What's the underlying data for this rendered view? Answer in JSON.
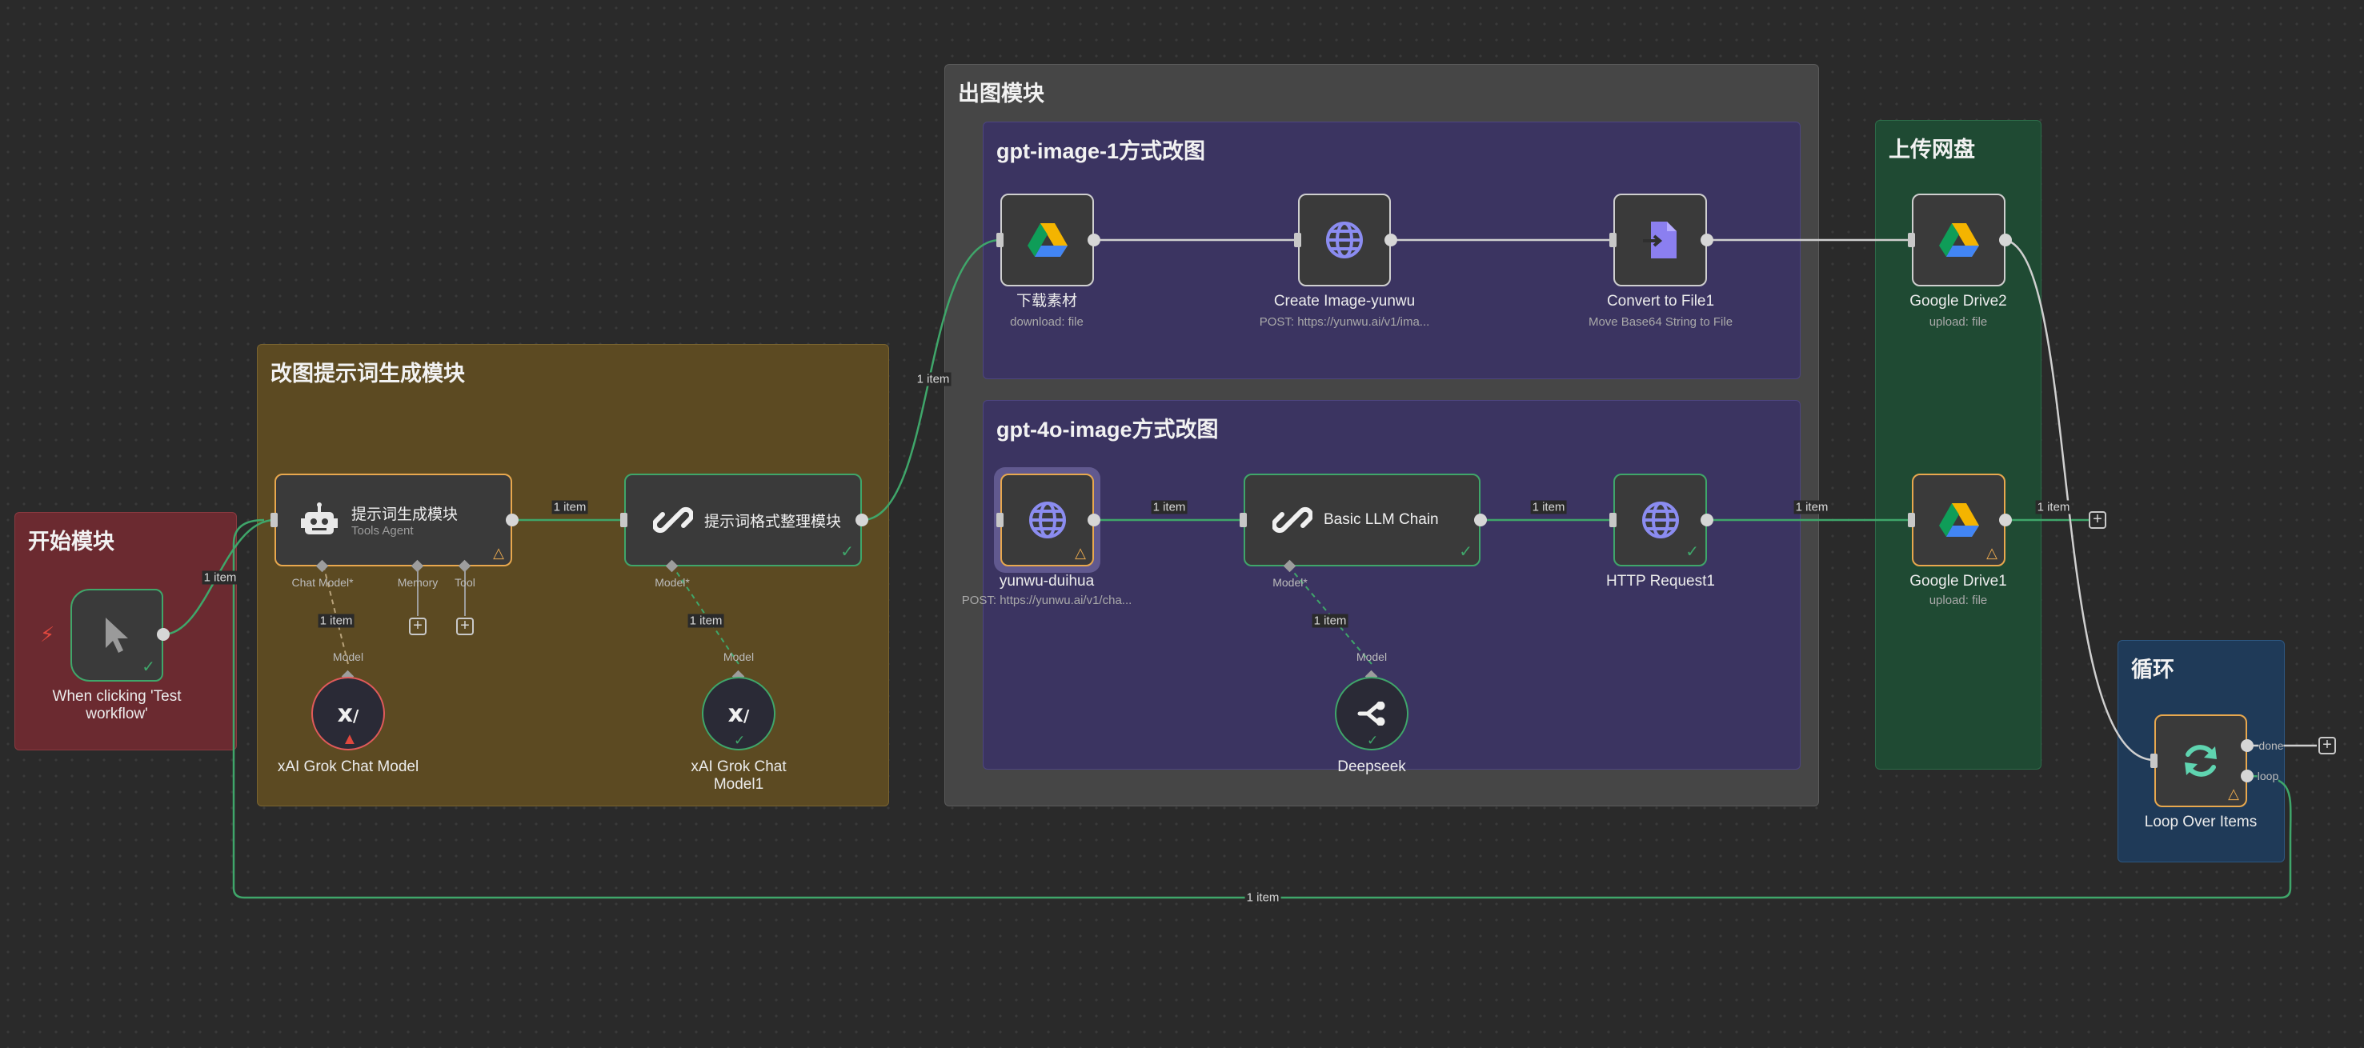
{
  "groups": {
    "start": "开始模块",
    "prompt": "改图提示词生成模块",
    "output": "出图模块",
    "gpt1": "gpt-image-1方式改图",
    "gpt4o": "gpt-4o-image方式改图",
    "upload": "上传网盘",
    "loop": "循环"
  },
  "nodes": {
    "trigger": {
      "label": "When clicking 'Test workflow'",
      "icon": "pointer-icon"
    },
    "agent": {
      "label": "提示词生成模块",
      "sub": "Tools Agent",
      "icon": "robot-icon"
    },
    "format": {
      "label": "提示词格式整理模块",
      "icon": "link-icon"
    },
    "grok1": {
      "label": "xAI Grok Chat Model",
      "icon": "xai-icon"
    },
    "grok2": {
      "label": "xAI Grok Chat Model1",
      "icon": "xai-icon"
    },
    "download": {
      "label": "下载素材",
      "sub": "download: file",
      "icon": "google-drive-icon"
    },
    "createImage": {
      "label": "Create Image-yunwu",
      "sub": "POST: https://yunwu.ai/v1/ima...",
      "icon": "globe-icon"
    },
    "convert": {
      "label": "Convert to File1",
      "sub": "Move Base64 String to File",
      "icon": "file-convert-icon"
    },
    "drive2": {
      "label": "Google Drive2",
      "sub": "upload: file",
      "icon": "google-drive-icon"
    },
    "yunwu": {
      "label": "yunwu-duihua",
      "sub": "POST: https://yunwu.ai/v1/cha...",
      "icon": "globe-icon"
    },
    "llm": {
      "label": "Basic LLM Chain",
      "icon": "link-icon"
    },
    "http": {
      "label": "HTTP Request1",
      "icon": "globe-icon"
    },
    "drive1": {
      "label": "Google Drive1",
      "sub": "upload: file",
      "icon": "google-drive-icon"
    },
    "deepseek": {
      "label": "Deepseek",
      "icon": "deepseek-icon"
    },
    "loop": {
      "label": "Loop Over Items",
      "icon": "refresh-icon"
    }
  },
  "connectors": {
    "chatModel": "Chat Model*",
    "memory": "Memory",
    "tool": "Tool",
    "model": "Model*",
    "modelTarget": "Model",
    "done": "done",
    "loop": "loop"
  },
  "edgeLabel": "1 item",
  "colors": {
    "edgeGreen": "#3fa66a",
    "edgeGray": "#cfcfcf",
    "start": "#6b2a30",
    "prompt": "#5c4a22",
    "output": "#464646",
    "inner": "#3b3461",
    "upload": "#1f4a33",
    "loopGroup": "#1f3a58"
  }
}
